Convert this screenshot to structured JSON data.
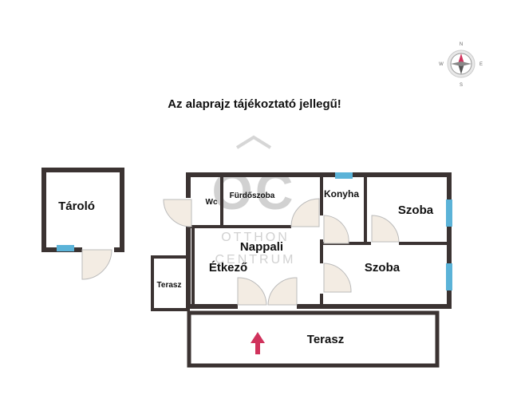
{
  "note": "Az alaprajz tájékoztató jellegű!",
  "watermark": {
    "logo": "OC",
    "line1": "OTTHON",
    "line2": "CENTRUM"
  },
  "compass": {
    "n": "N",
    "e": "E",
    "s": "S",
    "w": "W"
  },
  "rooms": {
    "tarolo": "Tároló",
    "wc": "Wc",
    "furdoszoba": "Fürdőszoba",
    "konyha": "Konyha",
    "szoba1": "Szoba",
    "nappali": "Nappali",
    "etkezo": "Étkező",
    "szoba2": "Szoba",
    "terasz_small": "Terasz",
    "terasz_big": "Terasz"
  },
  "colors": {
    "wall": "#3b3332",
    "window": "#5bb3d8",
    "arrow": "#d0325c",
    "door_swing": "#f3ece3",
    "watermark": "#cfcfcf"
  }
}
